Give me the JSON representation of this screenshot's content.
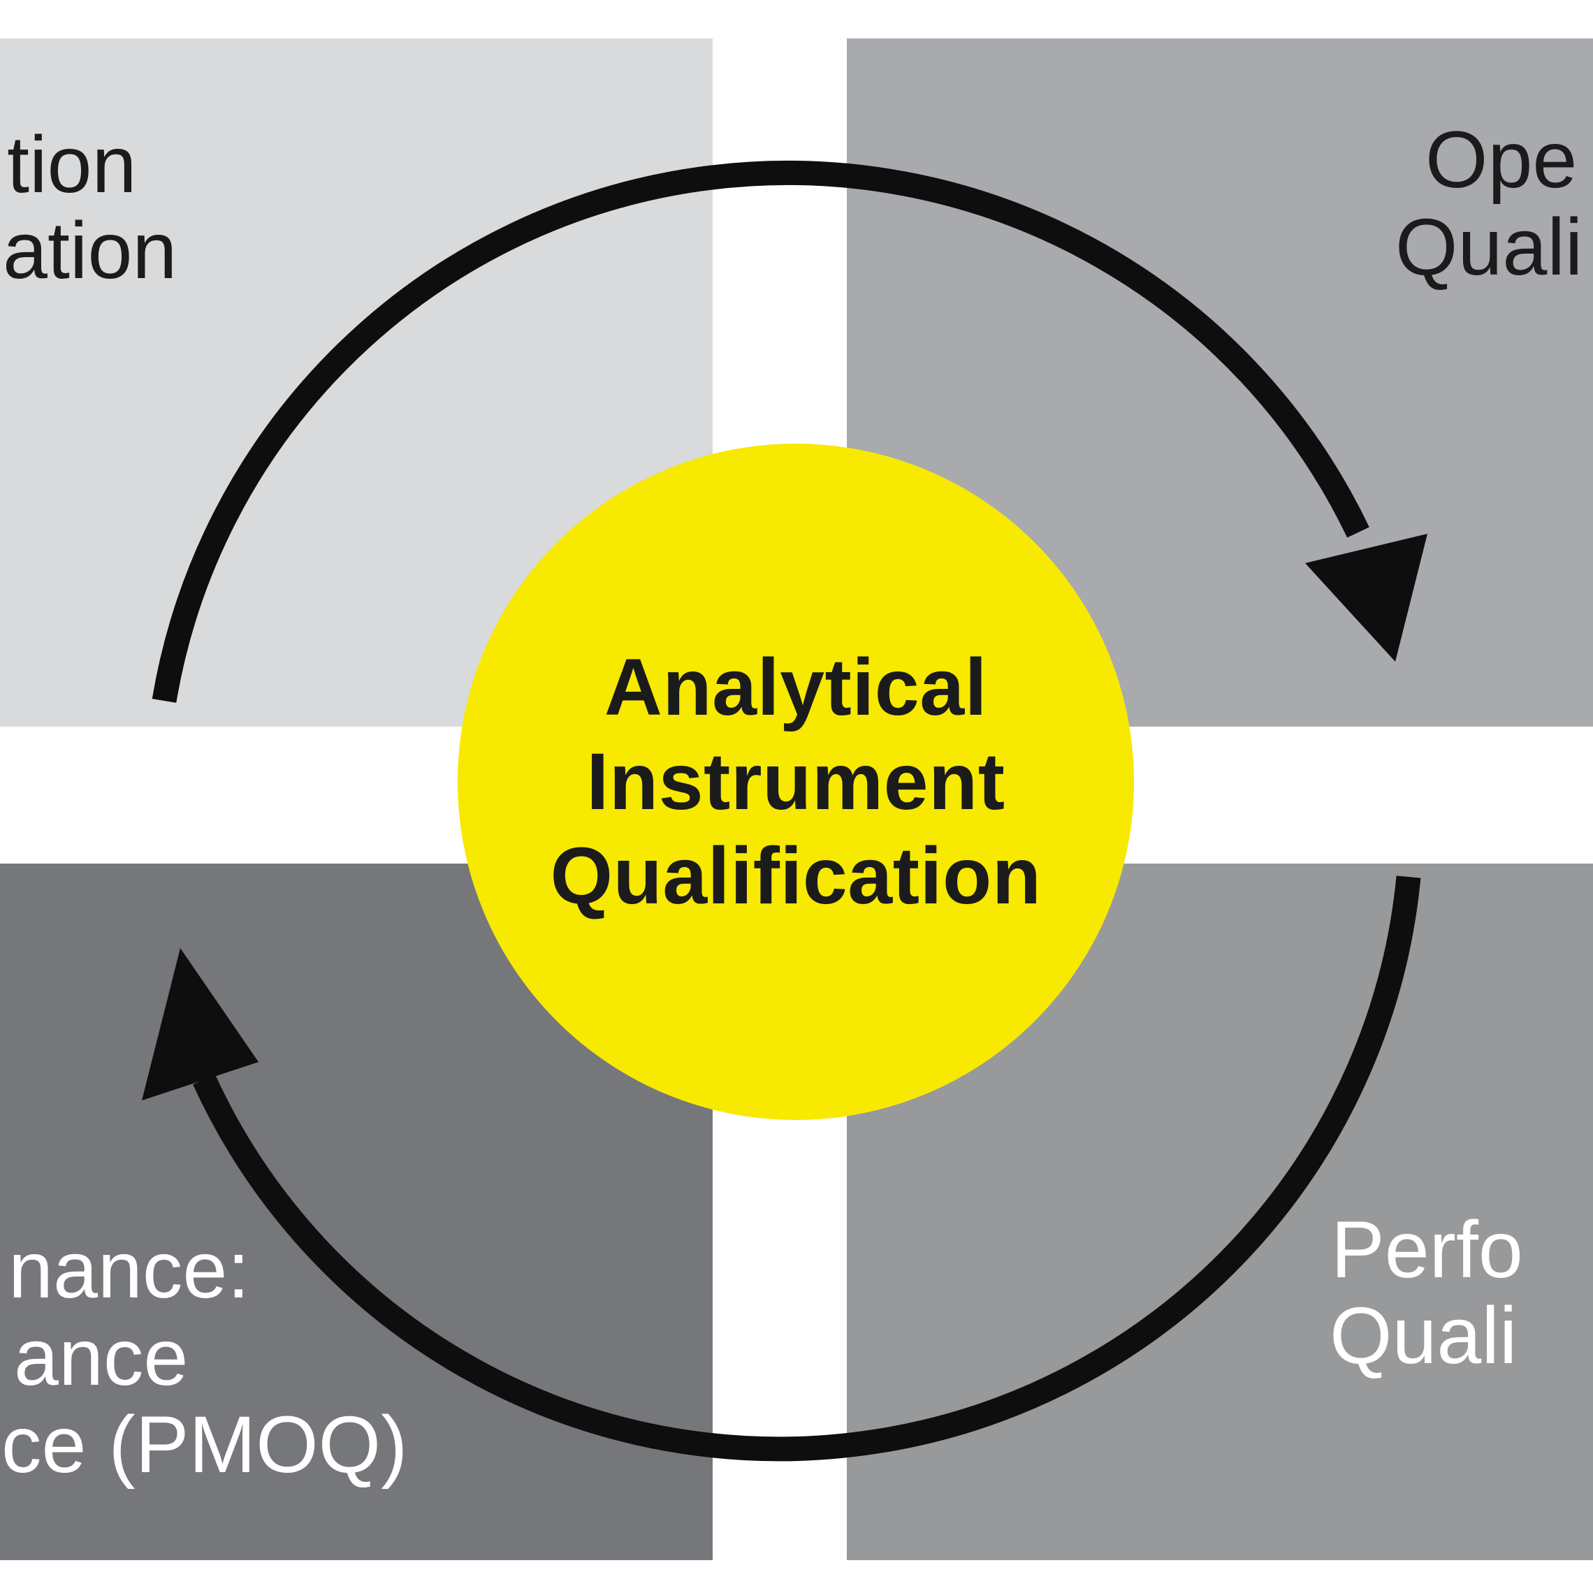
{
  "colors": {
    "background": "#ffffff",
    "quad_tl": "#d9dadb",
    "quad_tr": "#a8aaad",
    "quad_bl": "#76777a",
    "quad_br": "#98999b",
    "circle": "#f7e900",
    "arrow": "#0e0e0e",
    "label_dark": "#1b1b1b",
    "label_light": "#ffffff"
  },
  "center": {
    "lines": [
      "Analytical",
      "Instrument",
      "Qualification"
    ]
  },
  "quadrants": {
    "top_left": {
      "lines": [
        "tion",
        "ation"
      ]
    },
    "top_right": {
      "lines": [
        "Ope",
        "Quali"
      ]
    },
    "bottom_left": {
      "lines": [
        "nance:",
        "ance",
        "ce (PMOQ)"
      ]
    },
    "bottom_right": {
      "lines": [
        "Perfo",
        "Quali"
      ]
    }
  },
  "icons": {
    "arrow_top": "clockwise-arc-arrow",
    "arrow_bottom": "clockwise-arc-arrow"
  }
}
